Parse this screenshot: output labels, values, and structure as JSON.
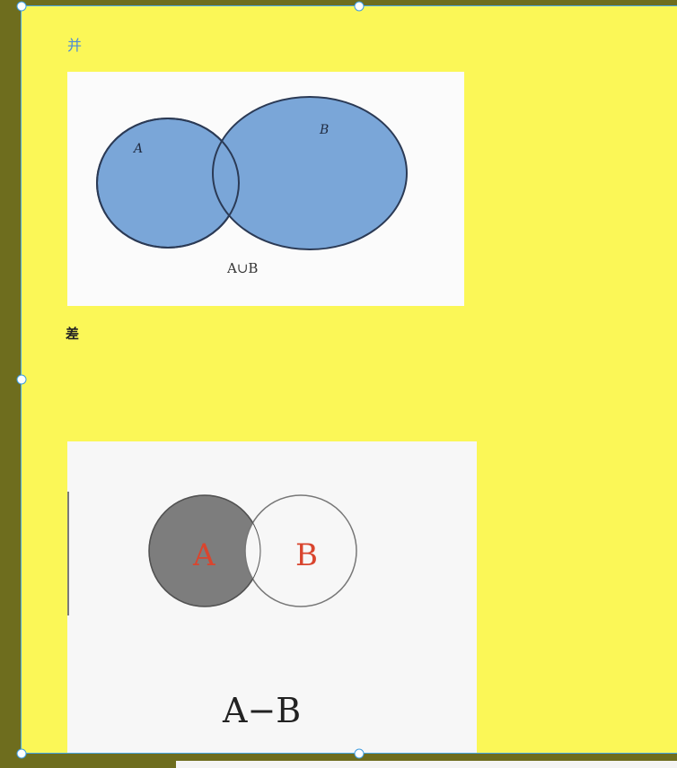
{
  "slide": {
    "union_heading": "并",
    "difference_heading": "差"
  },
  "venn_union": {
    "label_a": "A",
    "label_b": "B",
    "caption": "A∪B",
    "fill_color": "#7aa6d8"
  },
  "venn_difference": {
    "label_a": "A",
    "label_b": "B",
    "caption": "A−B",
    "fill_color": "#7d7d7d",
    "label_color": "#d9452e"
  }
}
